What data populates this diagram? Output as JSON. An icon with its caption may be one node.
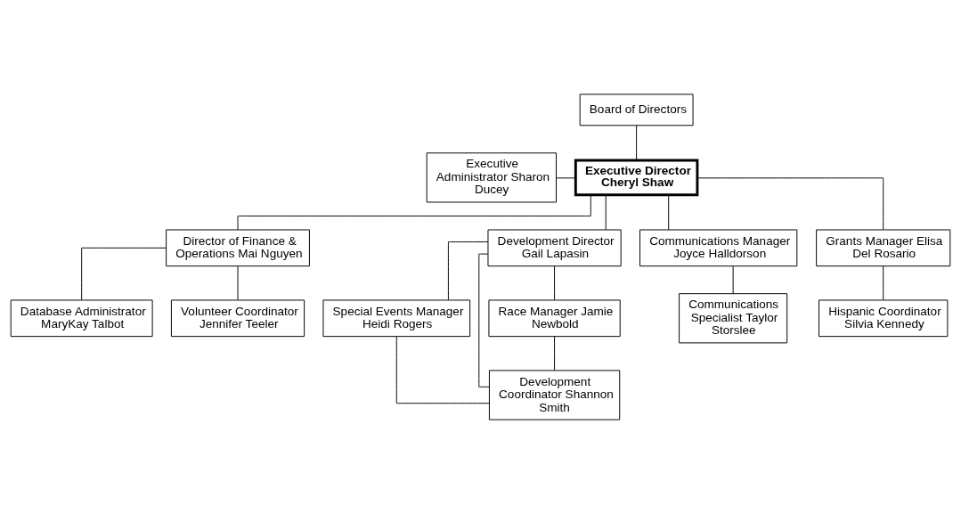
{
  "diagram": {
    "nodes": [
      {
        "text": [
          "Board of Directors"
        ]
      },
      {
        "text": [
          "Executive Administrator Sharon Ducey"
        ]
      },
      {
        "text": [
          "Executive Director Cheryl Shaw"
        ]
      },
      {
        "text": [
          "Director of Finance & Operations Mai Nguyen"
        ]
      },
      {
        "text": [
          "Development Director Gail Lapasin"
        ]
      },
      {
        "text": [
          "Communications Manager Joyce Halldorson"
        ]
      },
      {
        "text": [
          "Grants Manager Elisa Del Rosario"
        ]
      },
      {
        "text": [
          "Special Events Manager Heidi Rogers"
        ]
      },
      {
        "text": [
          "Race Manager Jamie Newbold"
        ]
      },
      {
        "text": [
          "Database Administrator MaryKay Talbot"
        ]
      },
      {
        "text": [
          "Volunteer Coordinator Jennifer Teeler"
        ]
      },
      {
        "text": [
          "Development Coordinator Shannon Smith"
        ]
      },
      {
        "text": [
          "Communications Specialist Taylor Storslee"
        ]
      },
      {
        "text": [
          "Hispanic Coordinator Silvia Kennedy"
        ]
      }
    ],
    "edges": [
      {
        "from": 0,
        "to": 2,
        "arrow": "none"
      },
      {
        "from": 1,
        "to": 2,
        "arrow": "none"
      },
      {
        "from": 2,
        "to": 3,
        "arrow": "none"
      },
      {
        "from": 2,
        "to": 4,
        "arrow": "none"
      },
      {
        "from": 2,
        "to": 5,
        "arrow": "none"
      },
      {
        "from": 2,
        "to": 6,
        "arrow": "none"
      },
      {
        "from": 4,
        "to": 7,
        "arrow": "none"
      },
      {
        "from": 4,
        "to": 8,
        "arrow": "none"
      },
      {
        "from": 4,
        "to": 11,
        "arrow": "none"
      },
      {
        "from": 7,
        "to": 11,
        "arrow": "none"
      },
      {
        "from": 8,
        "to": 11,
        "arrow": "none"
      },
      {
        "from": 3,
        "to": 9,
        "arrow": "none"
      },
      {
        "from": 3,
        "to": 10,
        "arrow": "none"
      },
      {
        "from": 5,
        "to": 12,
        "arrow": "none"
      },
      {
        "from": 6,
        "to": 13,
        "arrow": "none"
      }
    ]
  }
}
